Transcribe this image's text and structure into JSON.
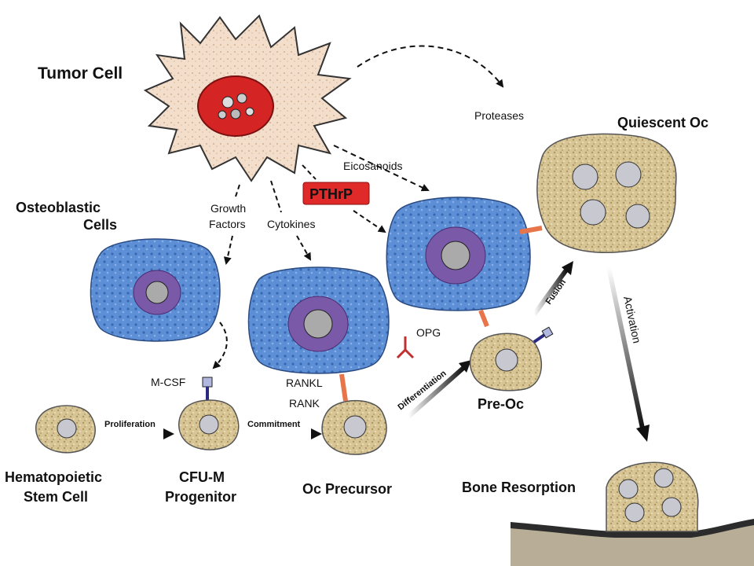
{
  "title": "Tumor Cell",
  "labels": {
    "tumor_cell": "Tumor Cell",
    "proteases": "Proteases",
    "quiescent_oc": "Quiescent Oc",
    "eicosanoids": "Eicosanoids",
    "pthrp": "PTHrP",
    "osteoblastic_1": "Osteoblastic",
    "osteoblastic_2": "Cells",
    "growth_1": "Growth",
    "growth_2": "Factors",
    "cytokines": "Cytokines",
    "opg": "OPG",
    "fusion": "Fusion",
    "activation": "Activation",
    "m_csf": "M-CSF",
    "rankl": "RANKL",
    "rank": "RANK",
    "differentiation": "Differentiation",
    "pre_oc": "Pre-Oc",
    "proliferation": "Proliferation",
    "commitment": "Commitment",
    "hsc_1": "Hematopoietic",
    "hsc_2": "Stem Cell",
    "cfu_1": "CFU-M",
    "cfu_2": "Progenitor",
    "oc_precursor": "Oc Precursor",
    "bone_resorption": "Bone Resorption"
  },
  "colors": {
    "tumor_fill": "#f2dcc8",
    "nucleus_red": "#d42424",
    "osteoblast_blue": "#5b8ed4",
    "osteoblast_nucleus": "#7a5aa8",
    "tan_cell": "#d9c79a",
    "pthrp_box": "#e02a2a",
    "rank_orange": "#e8744a",
    "opg_red": "#c03030",
    "bone": "#b8ad96"
  }
}
